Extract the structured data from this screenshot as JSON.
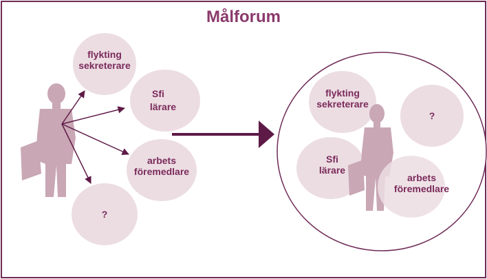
{
  "title": "Målforum",
  "colors": {
    "border": "#6e2a55",
    "title": "#8a3a6c",
    "bubble": "#ecdde3",
    "silhouette": "#c9a7b5",
    "arrow": "#5e1a47",
    "label": "#7a2a5a"
  },
  "left_bubbles": [
    {
      "lines": [
        "flykting",
        "sekreterare"
      ]
    },
    {
      "lines": [
        "Sfi",
        "lärare"
      ]
    },
    {
      "lines": [
        "arbets",
        "föremedlare"
      ]
    },
    {
      "lines": [
        "?"
      ]
    }
  ],
  "right_bubbles": [
    {
      "lines": [
        "flykting",
        "sekreterare"
      ]
    },
    {
      "lines": [
        "?"
      ]
    },
    {
      "lines": [
        "Sfi",
        "lärare"
      ]
    },
    {
      "lines": [
        "arbets",
        "föremedlare"
      ]
    }
  ]
}
